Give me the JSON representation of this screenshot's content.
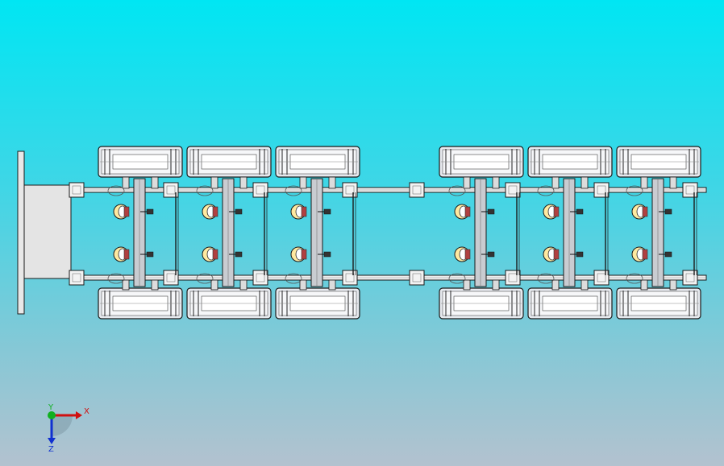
{
  "viewport": {
    "background_top": "#00e6f3",
    "background_bottom": "#b3c2cf"
  },
  "model": {
    "line_color": "#1a1a1a",
    "tank_fill": "#e6e9ee",
    "frame_fill": "#dcdcdc",
    "bearing_fill": "#ffe9a0",
    "module_count": 6
  },
  "triad": {
    "x_label": "X",
    "y_label": "Y",
    "z_label": "Z",
    "x_color": "#d01010",
    "y_color": "#10b020",
    "z_color": "#1030d0"
  }
}
